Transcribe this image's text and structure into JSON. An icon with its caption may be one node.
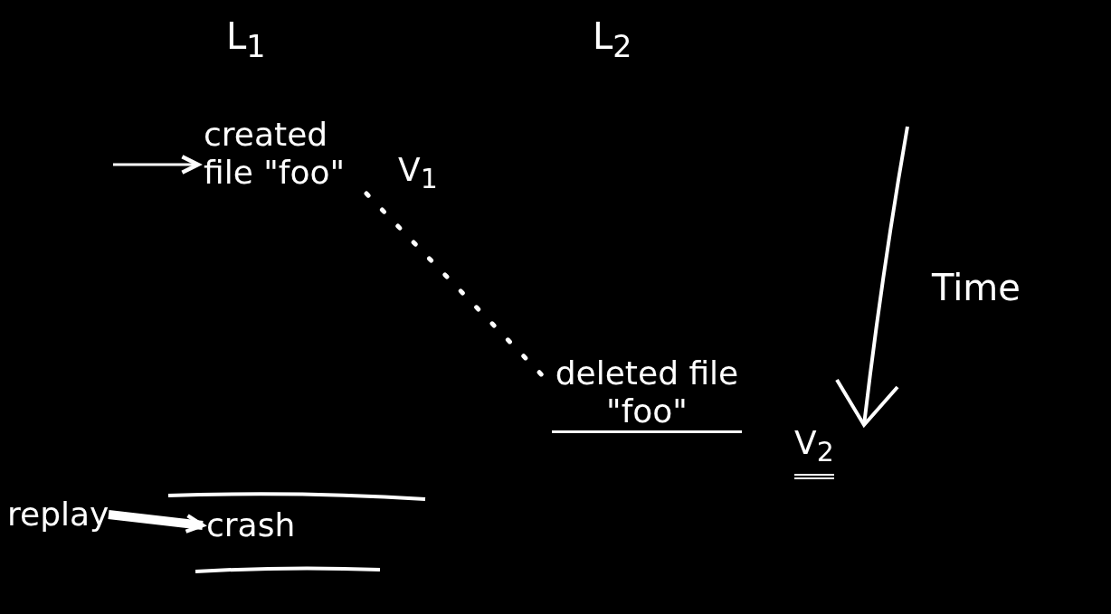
{
  "diagram": {
    "nodes": [
      {
        "text": [
          "created file \"foo\""
        ],
        "beside": [
          "V$_{1}$"
        ]
      },
      {
        "text": [
          "deleted file \"foo\""
        ],
        "beside": [
          "V$_{2}$"
        ]
      },
      {
        "text": [
          "replay"
        ]
      },
      {
        "text": [
          "crash"
        ]
      }
    ],
    "edges": [
      {
        "from": null,
        "to": 0,
        "arrow": "to"
      },
      {
        "from": 0,
        "to": 1,
        "arrow": "none",
        "style": "dashed"
      },
      {
        "from": 2,
        "to": 3,
        "arrow": "to",
        "style": "thick"
      }
    ],
    "labels": [
      "L$_{1}$",
      "L$_{2}$",
      "Time"
    ]
  }
}
